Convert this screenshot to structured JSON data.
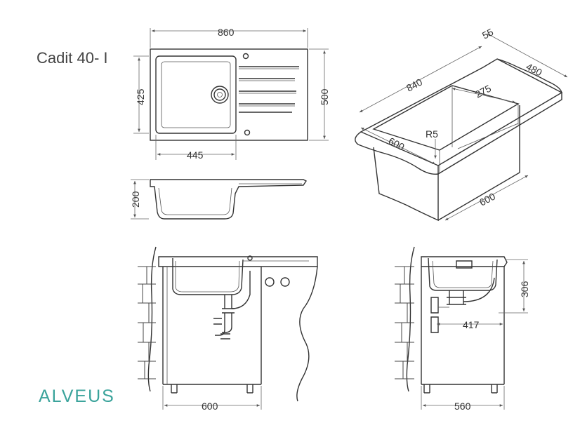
{
  "title": "Cadit 40- I",
  "brand": "ALVEUS",
  "dimensions": {
    "top_width": "860",
    "top_depth": "500",
    "bowl_depth": "425",
    "bowl_width": "445",
    "profile_height": "200",
    "iso_back_rim": "55",
    "iso_depth": "480",
    "iso_length": "840",
    "iso_cabinet_depth": "275",
    "iso_radius": "R5",
    "iso_cabinet_front": "600",
    "iso_cabinet_side": "600",
    "front_cabinet_width": "600",
    "side_cabinet_width": "560",
    "side_height": "306",
    "side_offset": "417"
  },
  "colors": {
    "line": "#333333",
    "brand": "#3aa39b"
  }
}
